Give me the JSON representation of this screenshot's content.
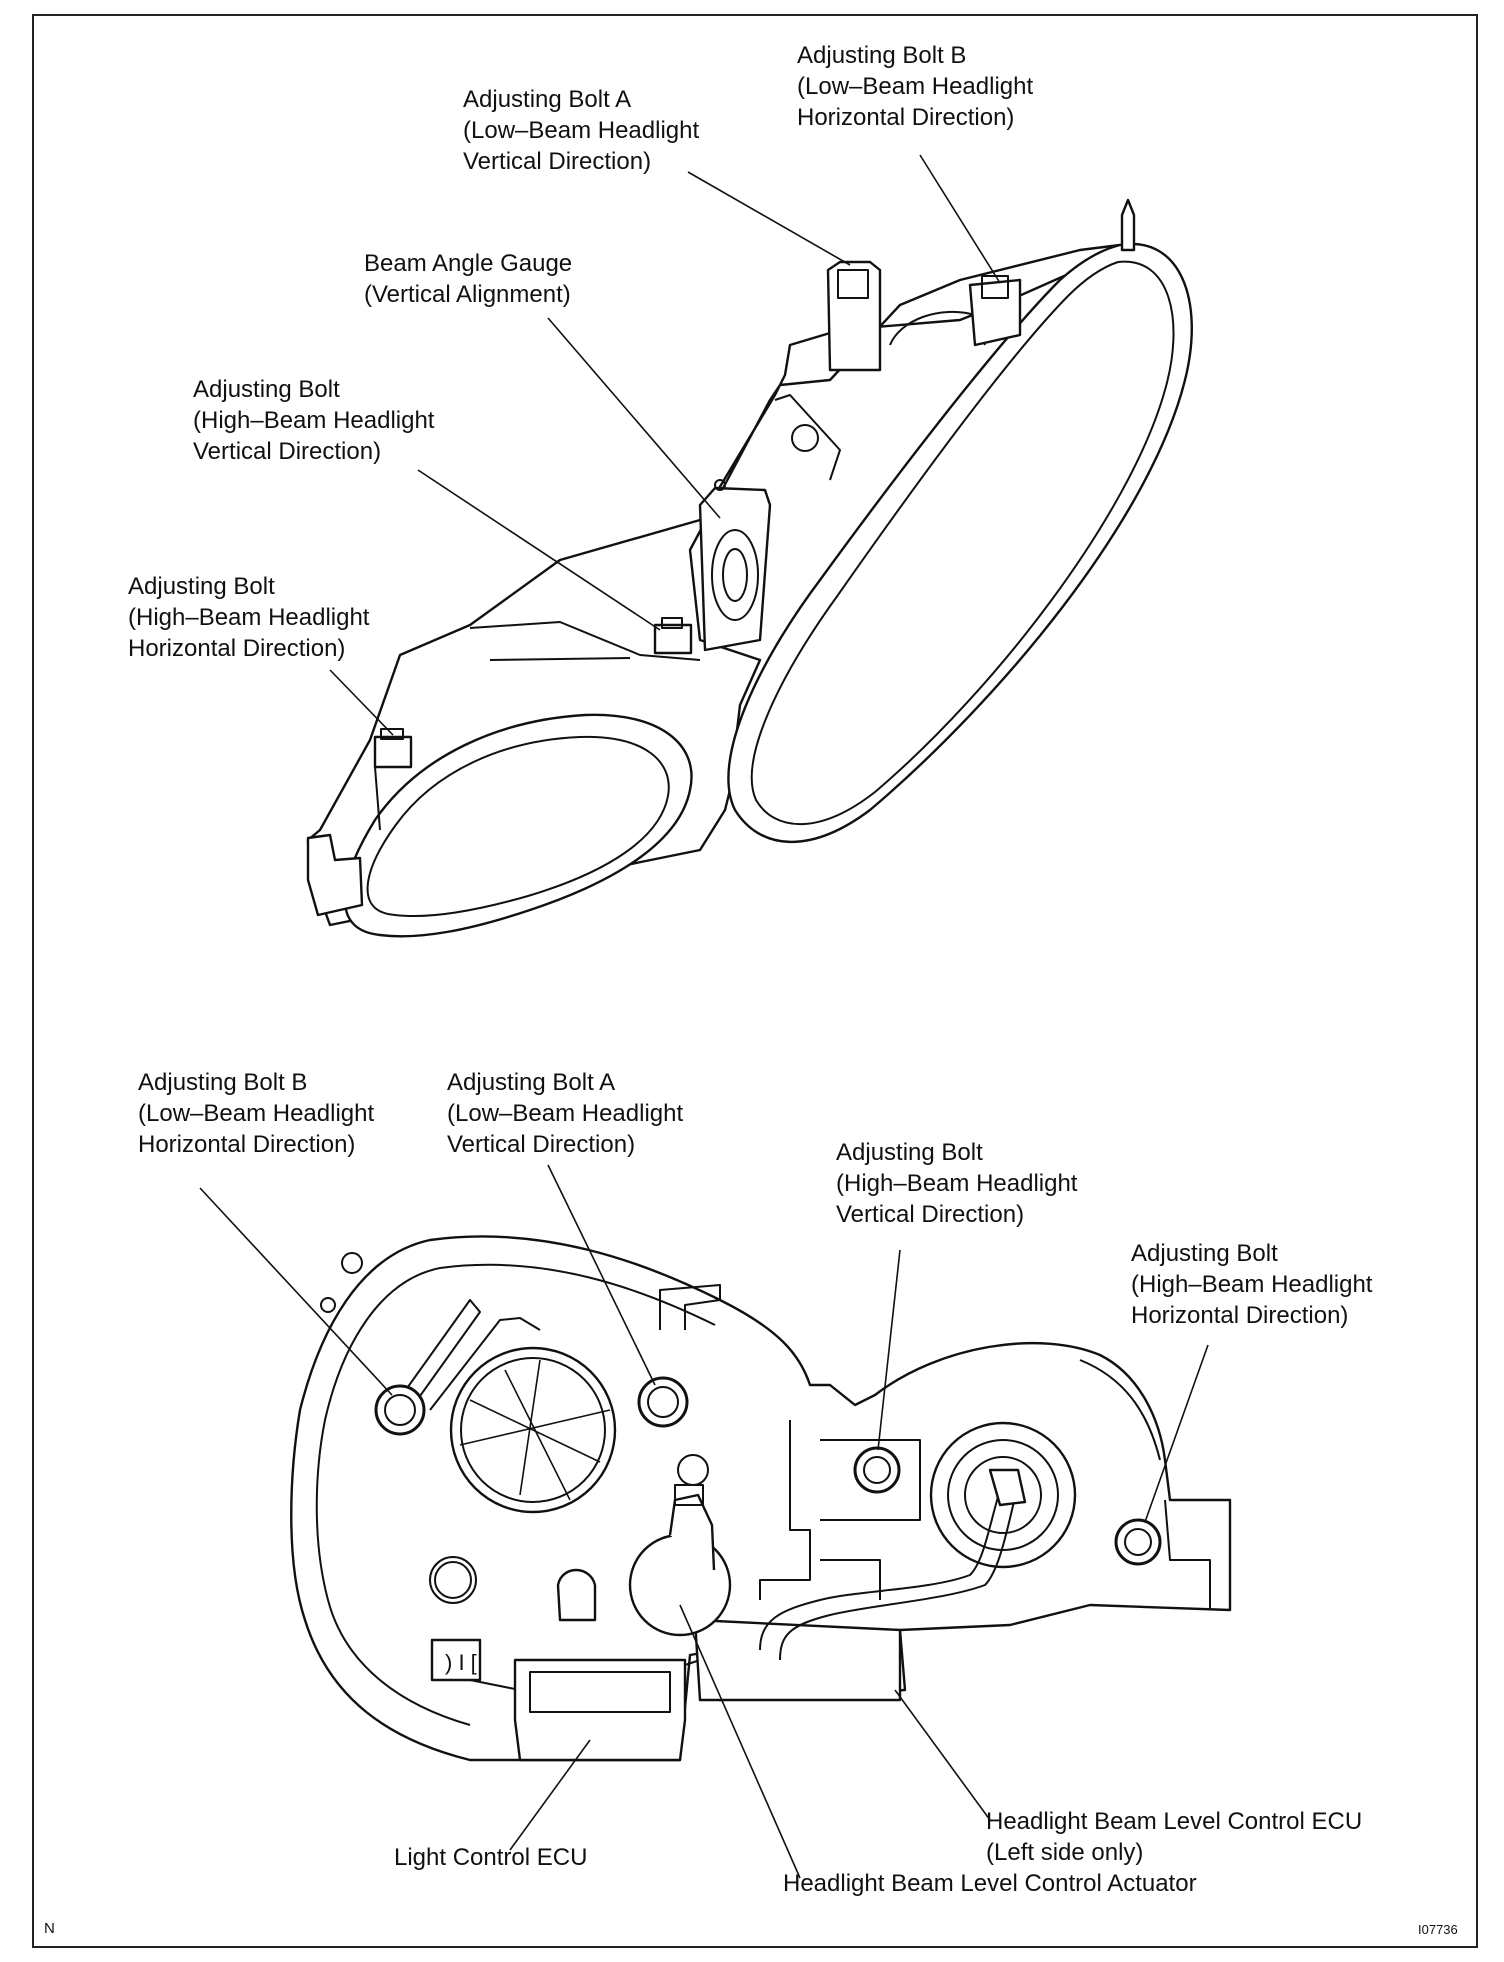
{
  "top_view": {
    "bolt_b": [
      "Adjusting Bolt B",
      "(Low–Beam Headlight",
      "Horizontal Direction)"
    ],
    "bolt_a": [
      "Adjusting Bolt A",
      "(Low–Beam Headlight",
      "Vertical Direction)"
    ],
    "gauge": [
      "Beam Angle Gauge",
      "(Vertical Alignment)"
    ],
    "hb_vertical": [
      "Adjusting Bolt",
      "(High–Beam Headlight",
      "Vertical Direction)"
    ],
    "hb_horizontal": [
      "Adjusting Bolt",
      "(High–Beam Headlight",
      "Horizontal Direction)"
    ]
  },
  "rear_view": {
    "bolt_b": [
      "Adjusting Bolt B",
      "(Low–Beam Headlight",
      "Horizontal Direction)"
    ],
    "bolt_a": [
      "Adjusting Bolt A",
      "(Low–Beam Headlight",
      "Vertical Direction)"
    ],
    "hb_vertical": [
      "Adjusting Bolt",
      "(High–Beam Headlight",
      "Vertical Direction)"
    ],
    "hb_horizontal": [
      "Adjusting Bolt",
      "(High–Beam Headlight",
      "Horizontal Direction)"
    ],
    "level_ecu": [
      "Headlight Beam Level Control ECU",
      "(Left side only)"
    ],
    "light_ecu": "Light Control ECU",
    "actuator": "Headlight Beam Level Control Actuator"
  },
  "footer": {
    "left": "N",
    "right": "I07736"
  }
}
